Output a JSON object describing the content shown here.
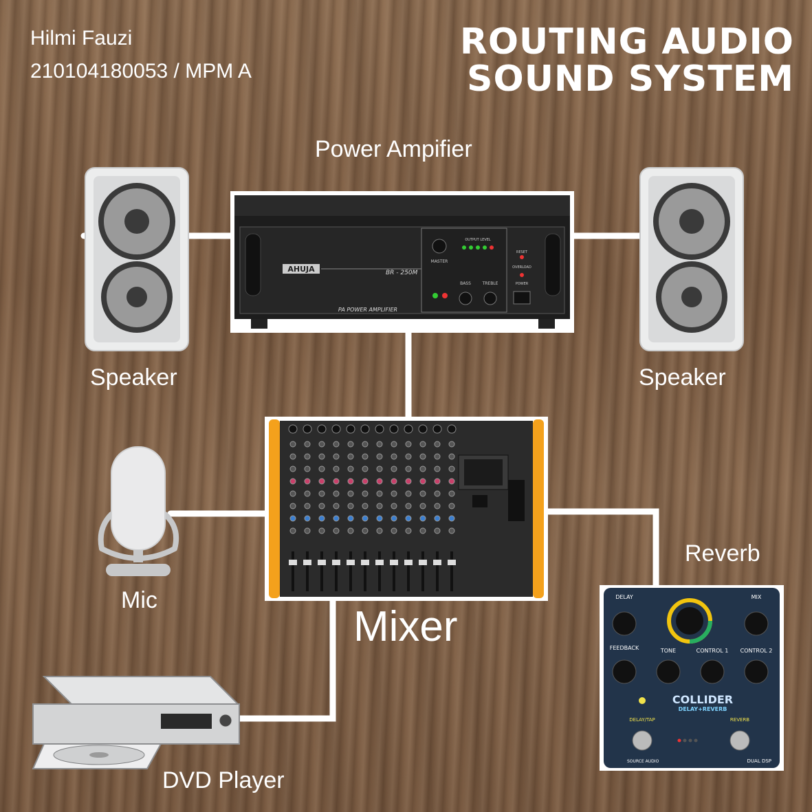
{
  "author": {
    "name": "Hilmi Fauzi",
    "id_class": "210104180053 / MPM A"
  },
  "title": {
    "line1": "ROUTING AUDIO",
    "line2": "SOUND SYSTEM"
  },
  "nodes": {
    "power_amplifier": {
      "label": "Power Ampifier",
      "brand": "AHUJA",
      "model": "BR - 250M",
      "caption": "PA POWER AMPLIFIER",
      "panel": {
        "master": "MASTER",
        "output_level": "OUTPUT LEVEL",
        "bass": "BASS",
        "treble": "TREBLE",
        "reset": "RESET",
        "overload": "OVERLOAD",
        "power": "POWER"
      }
    },
    "speaker_left": {
      "label": "Speaker"
    },
    "speaker_right": {
      "label": "Speaker"
    },
    "mixer": {
      "label": "Mixer"
    },
    "mic": {
      "label": "Mic"
    },
    "reverb": {
      "label": "Reverb",
      "brand": "COLLIDER",
      "subtitle": "DELAY+REVERB",
      "maker": "SOURCE AUDIO",
      "footer": "DUAL DSP",
      "knobs": {
        "delay": "DELAY",
        "mix": "MIX",
        "feedback": "FEEDBACK",
        "tone": "TONE",
        "control1": "CONTROL 1",
        "control2": "CONTROL 2"
      },
      "switches": {
        "delay_tap": "DELAY/TAP",
        "reverb": "REVERB"
      }
    },
    "dvd_player": {
      "label": "DVD Player"
    }
  },
  "colors": {
    "wire": "#ffffff",
    "wood": "#8a6a4f",
    "mixer_accent": "#f4a11c",
    "pedal_body": "#22344a"
  }
}
